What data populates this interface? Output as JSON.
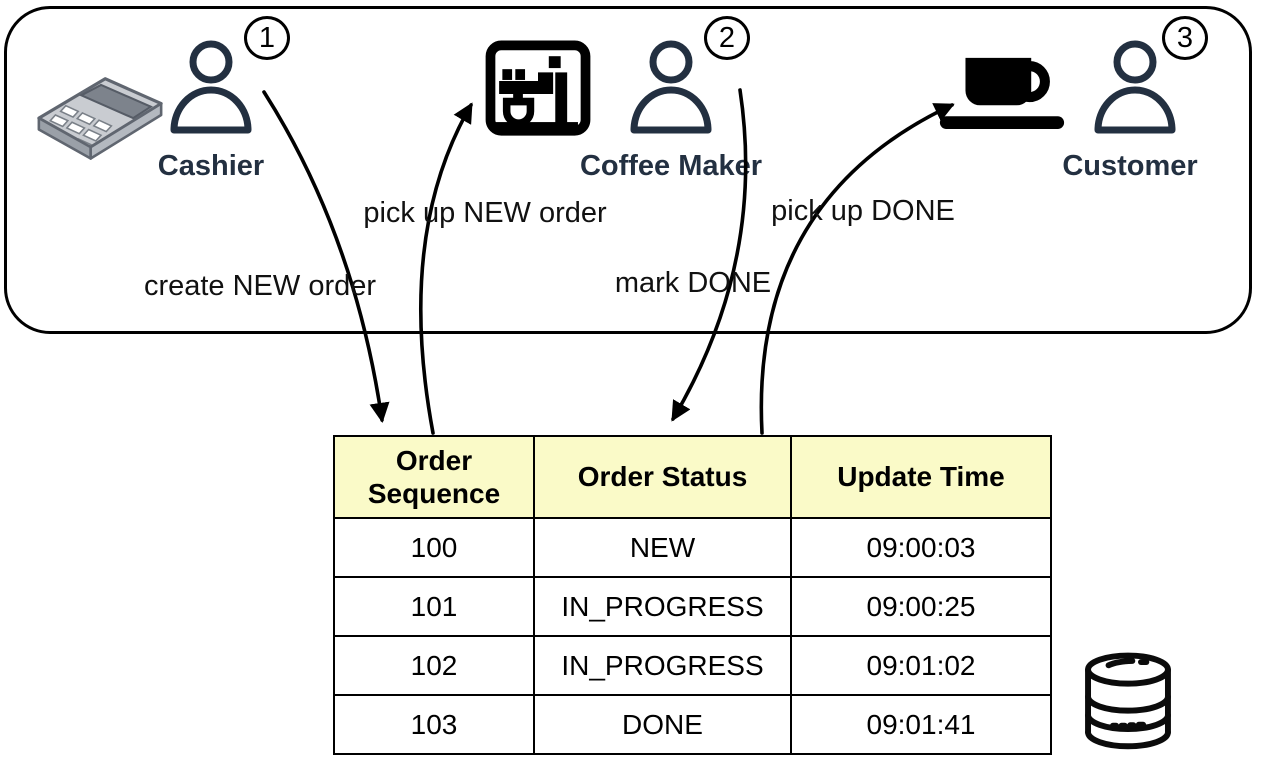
{
  "diagram": {
    "actors": [
      {
        "name": "Cashier",
        "badge": "1",
        "icon": "cash-register-icon"
      },
      {
        "name": "Coffee Maker",
        "badge": "2",
        "icon": "coffee-machine-icon"
      },
      {
        "name": "Customer",
        "badge": "3",
        "icon": "coffee-cup-icon"
      }
    ],
    "flows": [
      {
        "label": "create NEW order",
        "from": "Cashier",
        "to": "table"
      },
      {
        "label": "pick up NEW order",
        "from": "table",
        "to": "Coffee Maker"
      },
      {
        "label": "mark DONE",
        "from": "Coffee Maker",
        "to": "table"
      },
      {
        "label": "pick up DONE",
        "from": "table",
        "to": "Customer"
      }
    ],
    "storage_icon": "database-icon"
  },
  "table": {
    "columns": [
      "Order Sequence",
      "Order Status",
      "Update Time"
    ],
    "rows": [
      [
        "100",
        "NEW",
        "09:00:03"
      ],
      [
        "101",
        "IN_PROGRESS",
        "09:00:25"
      ],
      [
        "102",
        "IN_PROGRESS",
        "09:01:02"
      ],
      [
        "103",
        "DONE",
        "09:01:41"
      ]
    ]
  },
  "colors": {
    "actor_ink": "#233041",
    "line": "#000000",
    "table_header_bg": "#FAFAC8",
    "background": "#FFFFFF"
  }
}
